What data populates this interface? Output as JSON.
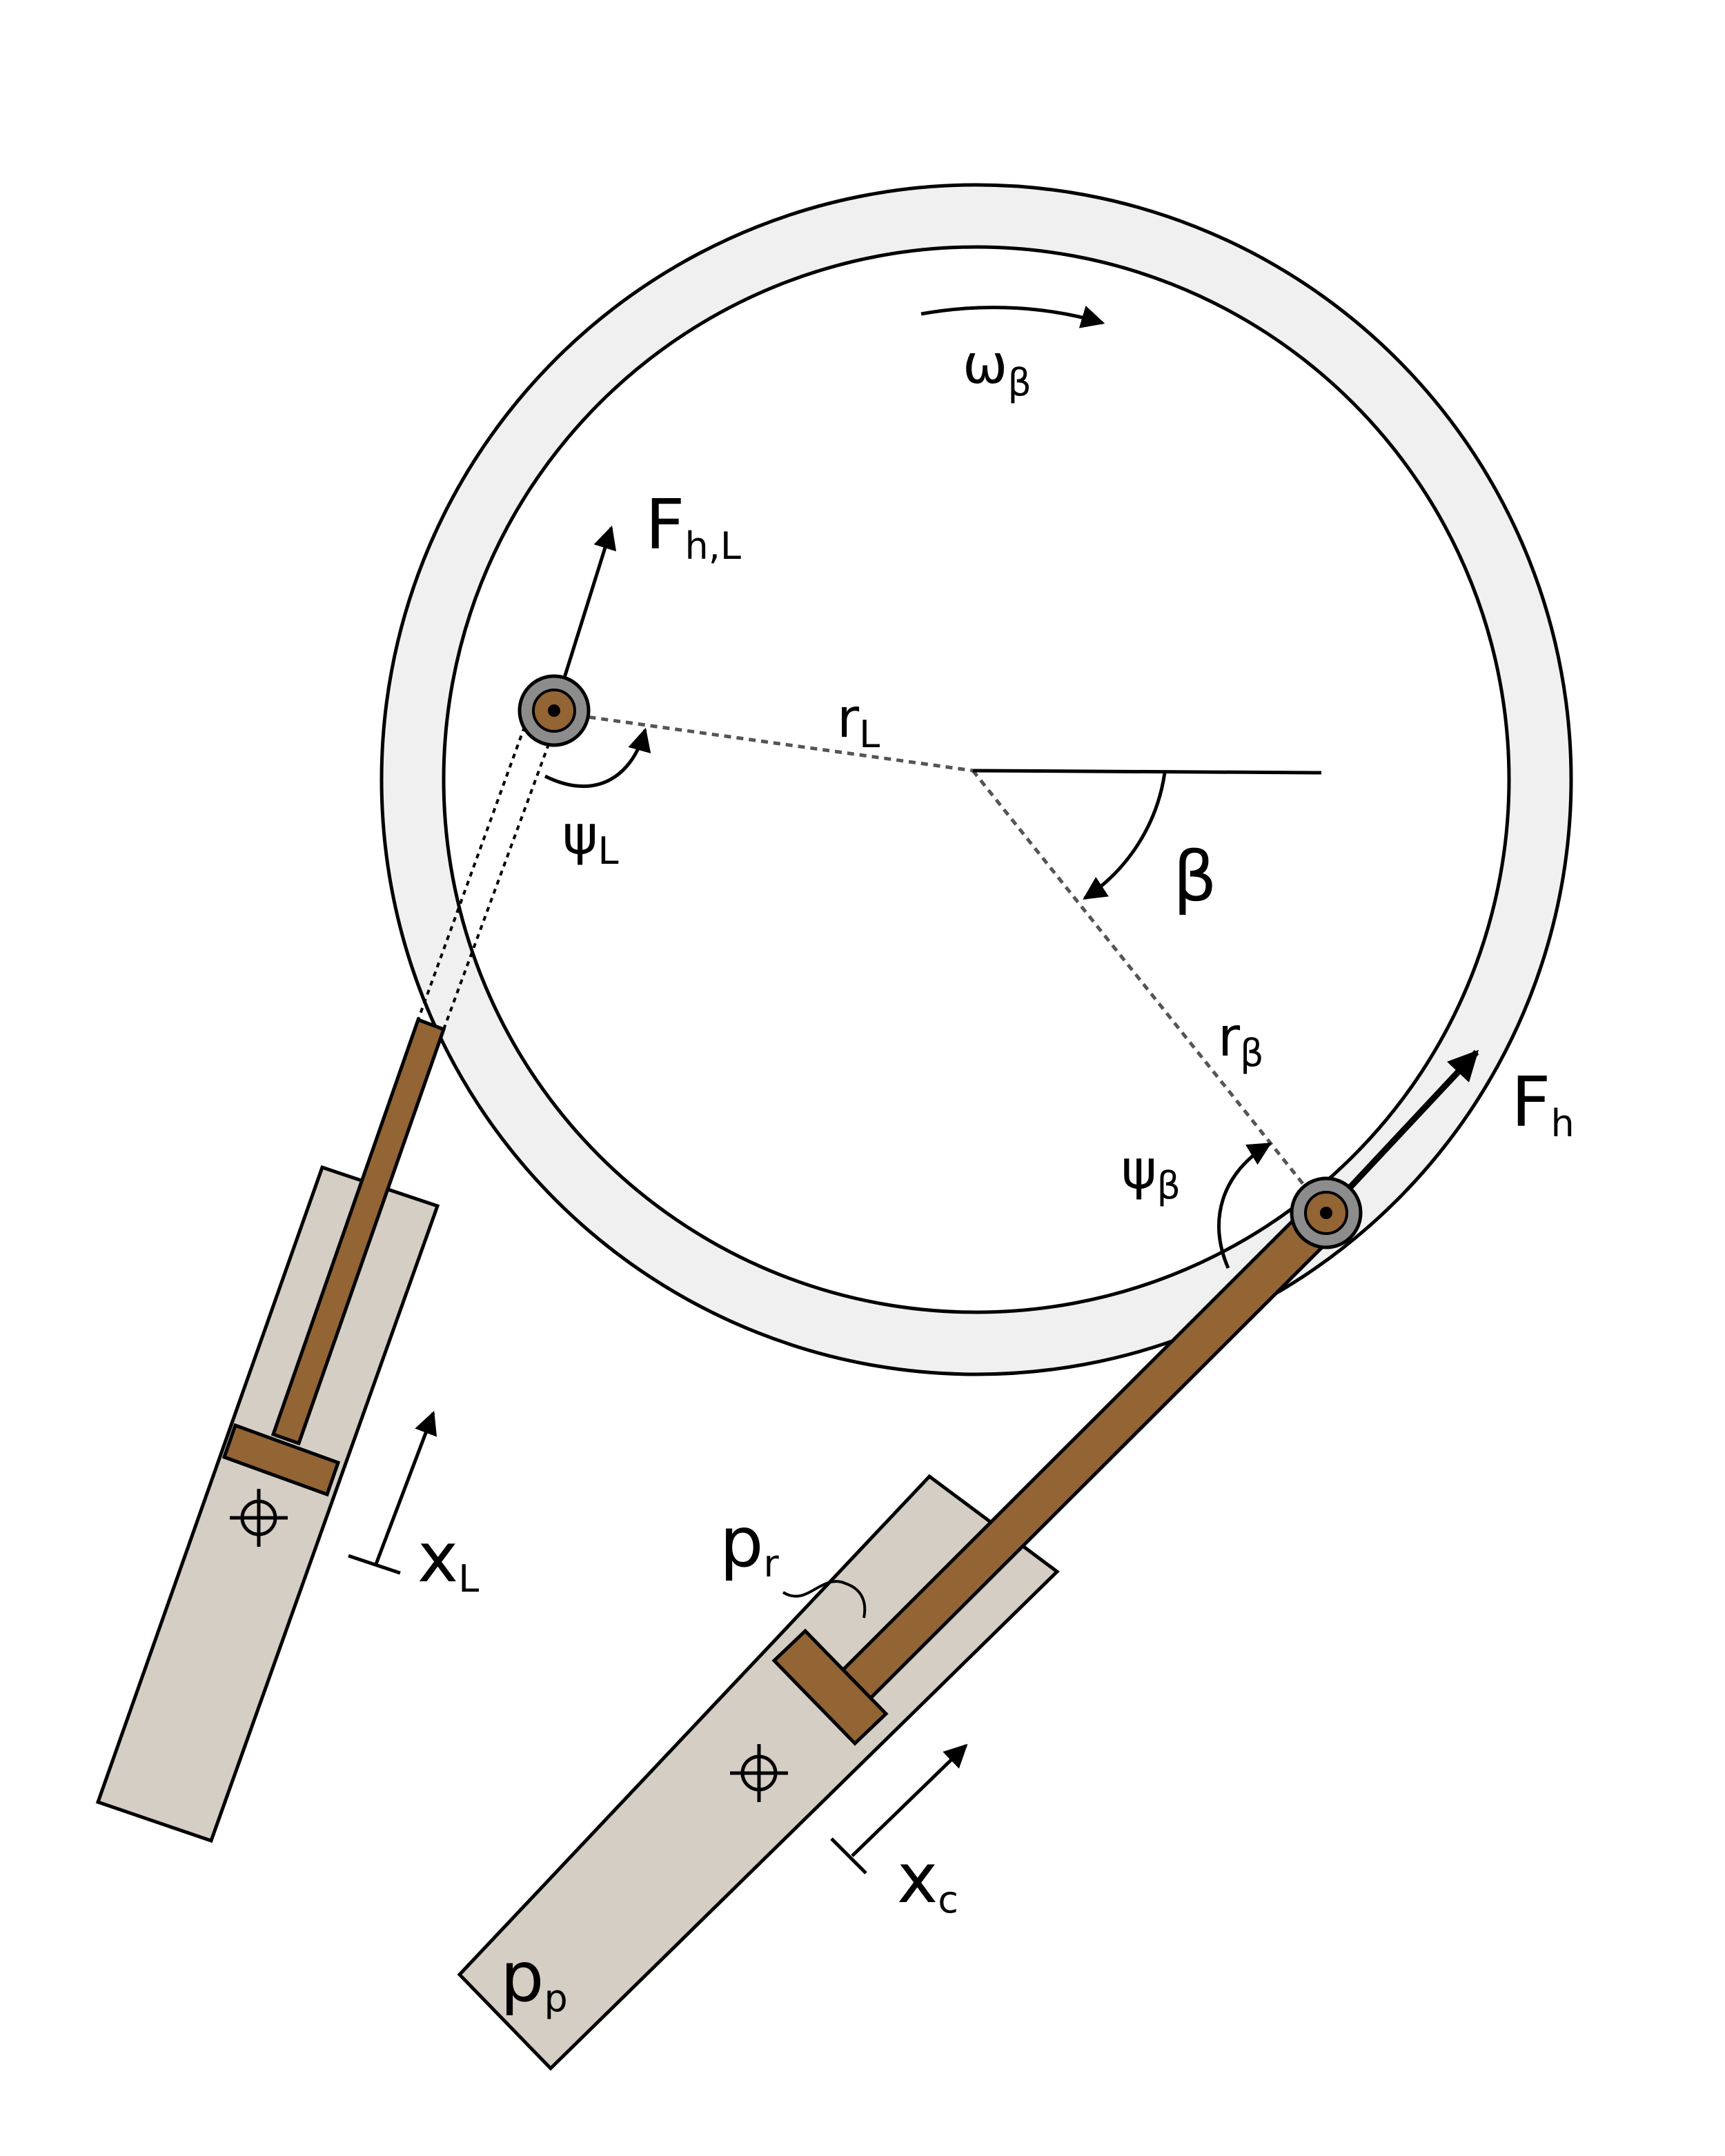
{
  "labels": {
    "omega_beta": {
      "main": "ω",
      "sub": "β"
    },
    "F_hL": {
      "main": "F",
      "sub": "h,L"
    },
    "r_L": {
      "main": "r",
      "sub": "L"
    },
    "psi_L": {
      "main": "ψ",
      "sub": "L"
    },
    "beta": {
      "main": "β"
    },
    "r_beta": {
      "main": "r",
      "sub": "β"
    },
    "F_h": {
      "main": "F",
      "sub": "h"
    },
    "psi_beta": {
      "main": "ψ",
      "sub": "β"
    },
    "x_L": {
      "main": "x",
      "sub": "L"
    },
    "p_r": {
      "main": "p",
      "sub": "r"
    },
    "x_c": {
      "main": "x",
      "sub": "c"
    },
    "p_p": {
      "main": "p",
      "sub": "p"
    }
  },
  "colors": {
    "ring_fill": "#f0f0f0",
    "cylinder_fill": "#d4cec4",
    "rod_fill": "#936434",
    "pin_outer": "#8c8c8c",
    "dashed_line": "#555555",
    "stroke": "#000000"
  }
}
